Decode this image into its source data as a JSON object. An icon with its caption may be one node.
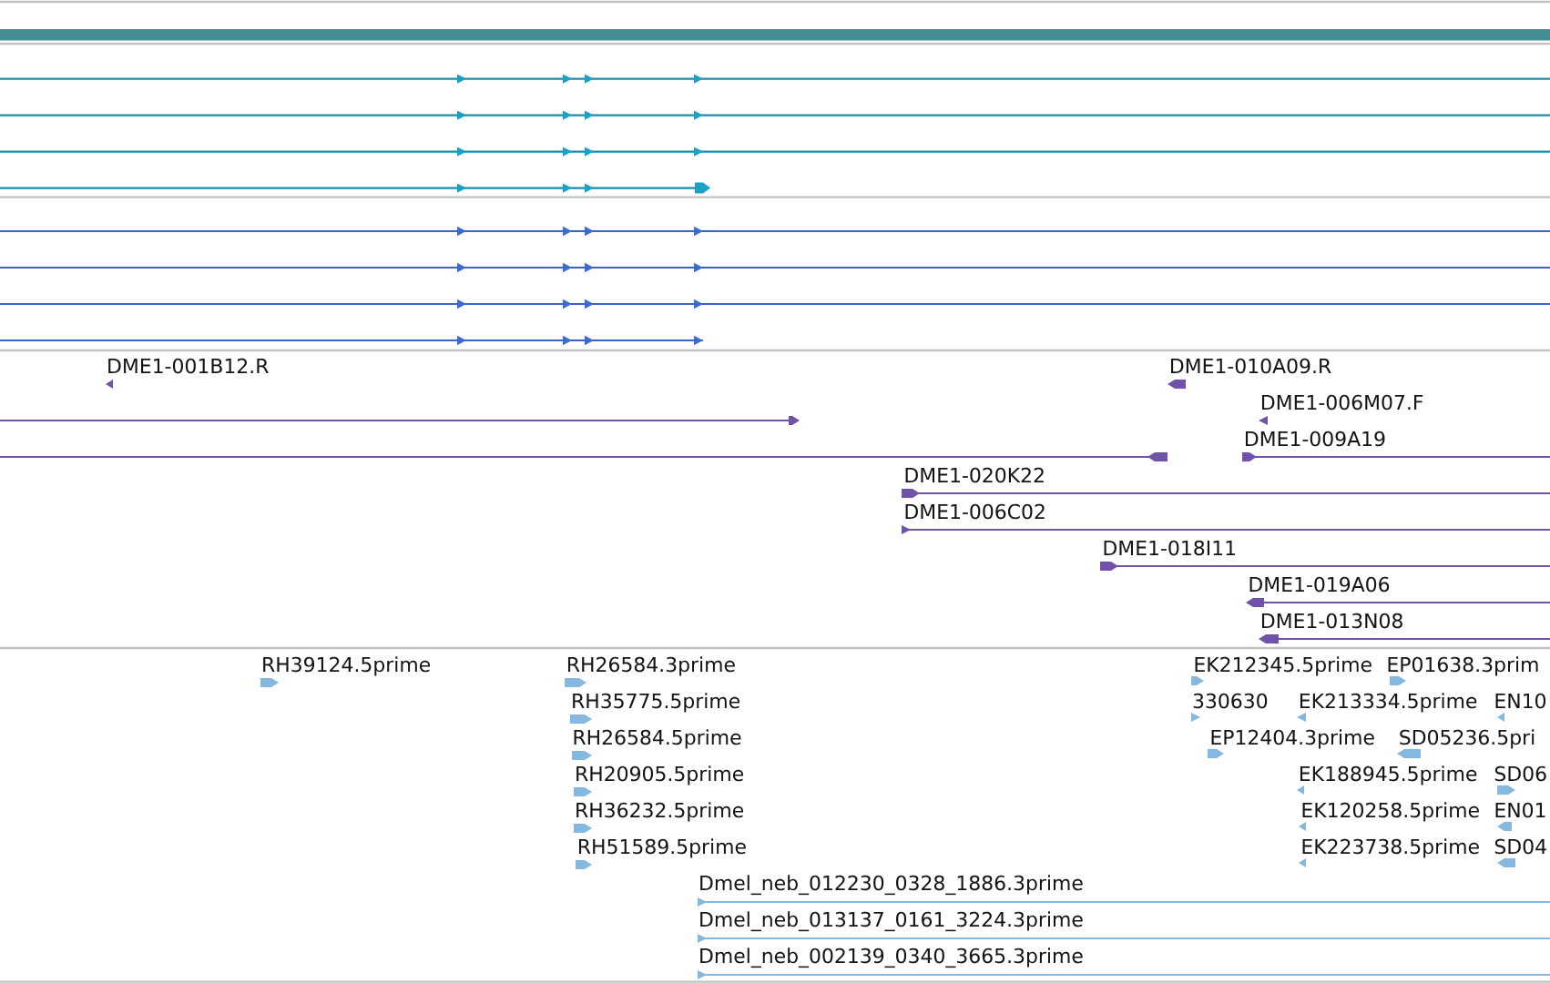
{
  "diagram": {
    "labels": [
      "DME1-001B12.R",
      "DME1-010A09.R",
      "DME1-006M07.F",
      "DME1-009A19",
      "DME1-020K22",
      "DME1-006C02",
      "DME1-018I11",
      "DME1-019A06",
      "DME1-013N08",
      "RH39124.5prime",
      "RH26584.3prime",
      "EK212345.5prime",
      "EP01638.3prim",
      "RH35775.5prime",
      "330630",
      "EK213334.5prime",
      "EN10",
      "RH26584.5prime",
      "EP12404.3prime",
      "SD05236.5pri",
      "RH20905.5prime",
      "EK188945.5prime",
      "SD06",
      "RH36232.5prime",
      "EK120258.5prime",
      "EN01",
      "RH51589.5prime",
      "EK223738.5prime",
      "SD04",
      "Dmel_neb_012230_0328_1886.3prime",
      "Dmel_neb_013137_0161_3224.3prime",
      "Dmel_neb_002139_0340_3665.3prime"
    ]
  }
}
